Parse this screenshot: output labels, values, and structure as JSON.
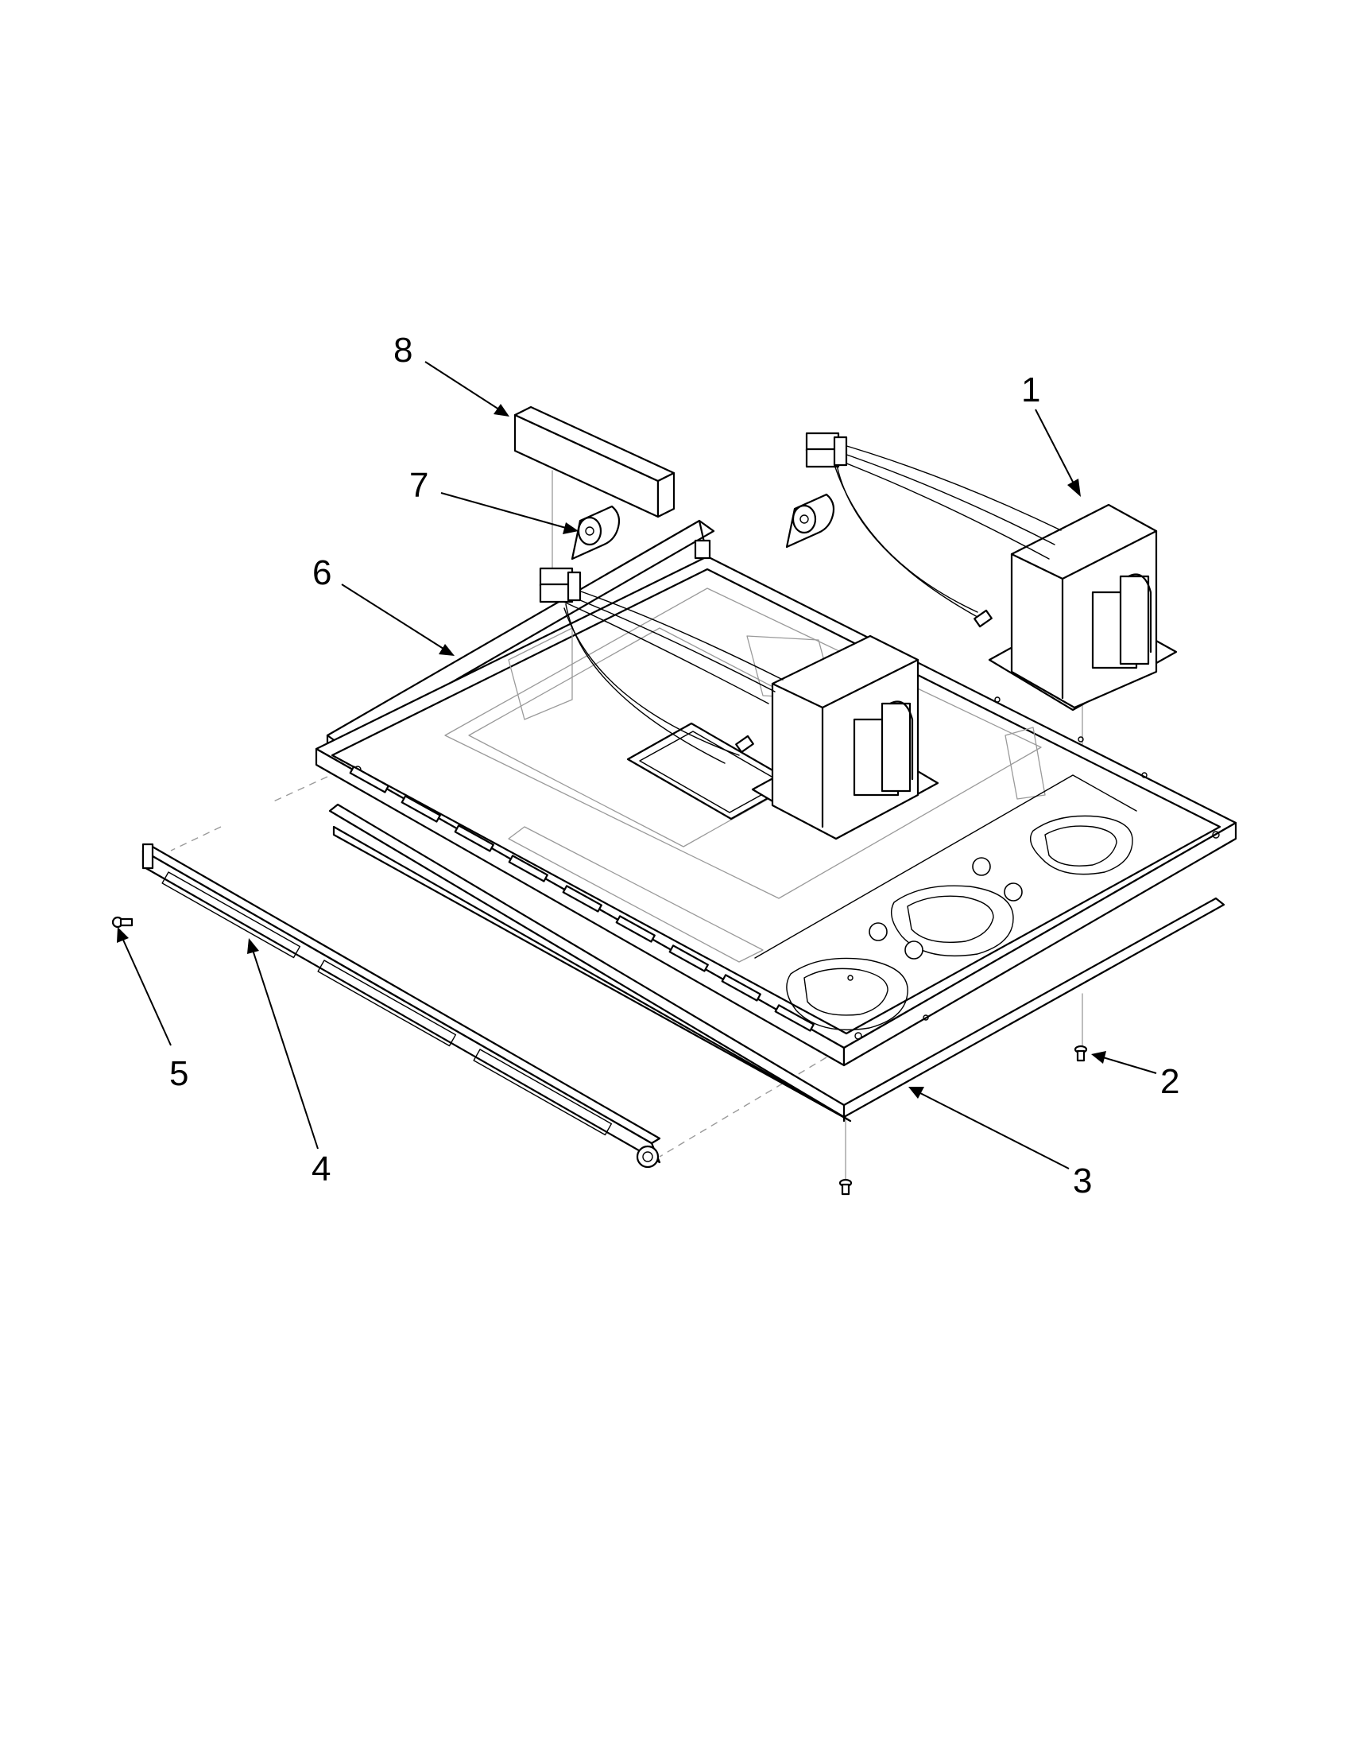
{
  "callouts": [
    {
      "id": "1",
      "label": "1"
    },
    {
      "id": "2",
      "label": "2"
    },
    {
      "id": "3",
      "label": "3"
    },
    {
      "id": "4",
      "label": "4"
    },
    {
      "id": "5",
      "label": "5"
    },
    {
      "id": "6",
      "label": "6"
    },
    {
      "id": "7",
      "label": "7"
    },
    {
      "id": "8",
      "label": "8"
    }
  ],
  "colors": {
    "line": "#000000",
    "hidden_line": "#9a9a9a",
    "background": "#ffffff"
  }
}
